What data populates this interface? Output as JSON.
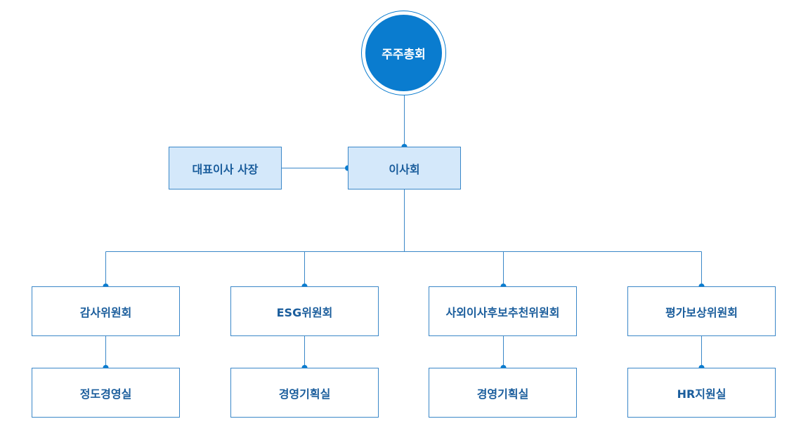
{
  "org_chart": {
    "top": {
      "label": "주주총회"
    },
    "board": {
      "label": "이사회"
    },
    "ceo": {
      "label": "대표이사 사장"
    },
    "committees": [
      {
        "label": "감사위원회",
        "office": "정도경영실"
      },
      {
        "label": "ESG위원회",
        "office": "경영기획실"
      },
      {
        "label": "사외이사후보추천위원회",
        "office": "경영기획실"
      },
      {
        "label": "평가보상위원회",
        "office": "HR지원실"
      }
    ]
  },
  "colors": {
    "primary": "#0a7ccf",
    "line": "#3a87c8",
    "board_fill": "#d4e8fa",
    "text": "#1a5d9c"
  }
}
